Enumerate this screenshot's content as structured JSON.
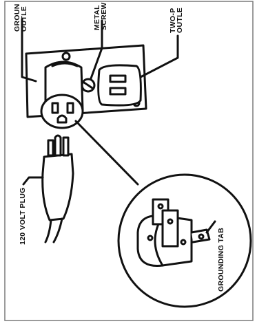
{
  "labels": {
    "grounded_outlet": [
      "GROUN",
      "OUTLE"
    ],
    "metal_screw": [
      "METAL",
      "SCREW"
    ],
    "two_prong_outlet": [
      "TWO-P",
      "OUTLE"
    ],
    "plug": "120 VOLT PLUG",
    "grounding_tab": "GROUNDING TAB"
  },
  "colors": {
    "ink": "#111111",
    "paper": "#ffffff",
    "frame": "#7a7a7a"
  }
}
